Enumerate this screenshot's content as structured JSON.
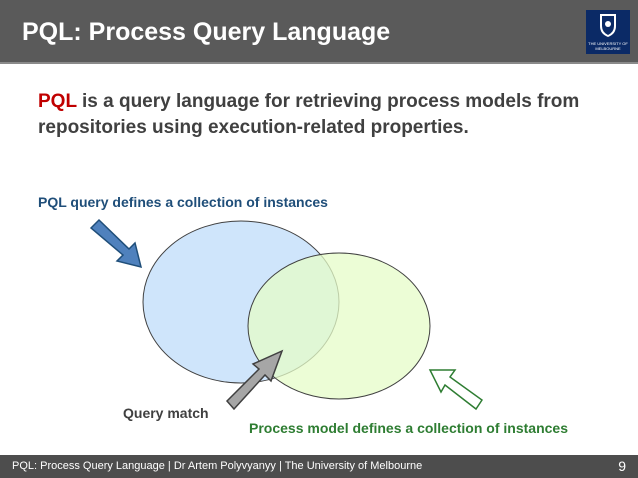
{
  "slide": {
    "title": "PQL: Process Query Language",
    "logo_text": "THE UNIVERSITY OF MELBOURNE",
    "intro_term": "PQL",
    "intro_rest": " is a query language for retrieving process models from repositories using execution-related properties.",
    "query_label": "PQL query defines a collection of instances",
    "query_match_label": "Query match",
    "process_model_label": "Process model defines a collection of instances"
  },
  "footer": {
    "text": "PQL: Process Query Language  |  Dr Artem Polyvyanyy  |  The University of Melbourne",
    "page_number": "9"
  },
  "colors": {
    "header_bg": "#5a5a5a",
    "term_red": "#c00000",
    "query_blue": "#1f4e79",
    "model_green": "#2e7d32",
    "left_circle_fill": "#cfe5fb",
    "right_circle_fill": "#e6fcc8"
  },
  "icons": [
    "university-crest-icon",
    "blue-arrow-icon",
    "grey-arrow-icon",
    "green-arrow-icon"
  ]
}
